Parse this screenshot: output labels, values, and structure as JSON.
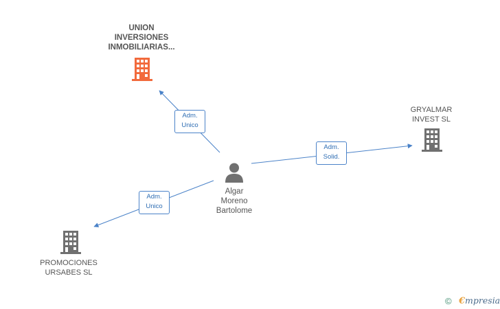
{
  "nodes": {
    "center": {
      "label": "Algar\nMoreno\nBartolome",
      "icon": "person-icon"
    },
    "union": {
      "label": "UNION\nINVERSIONES\nINMOBILIARIAS...",
      "icon": "building-icon",
      "color": "#f26a3c"
    },
    "gryalmar": {
      "label": "GRYALMAR\nINVEST SL",
      "icon": "building-icon",
      "color": "#707070"
    },
    "promociones": {
      "label": "PROMOCIONES\nURSABES SL",
      "icon": "building-icon",
      "color": "#707070"
    }
  },
  "edges": {
    "union": {
      "label_line1": "Adm.",
      "label_line2": "Unico"
    },
    "gryalmar": {
      "label_line1": "Adm.",
      "label_line2": "Solid."
    },
    "promociones": {
      "label_line1": "Adm.",
      "label_line2": "Unico"
    }
  },
  "colors": {
    "edge": "#4a82c8",
    "building_gray": "#707070",
    "building_accent": "#f26a3c",
    "person": "#707070"
  },
  "footer": {
    "copyright_symbol": "©",
    "brand_initial": "€",
    "brand_rest": "mpresia"
  }
}
